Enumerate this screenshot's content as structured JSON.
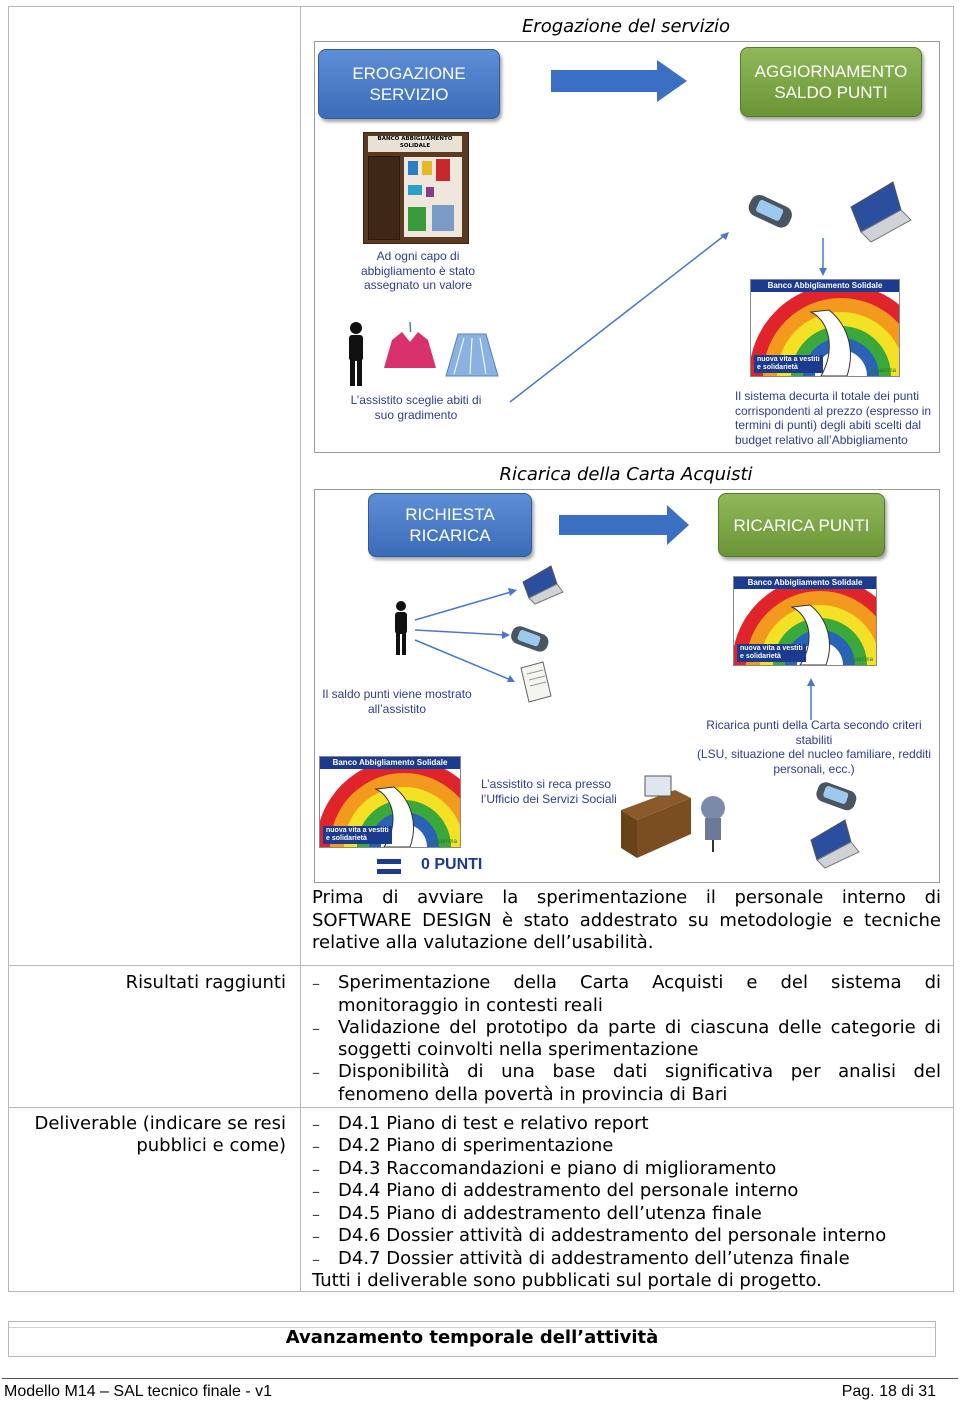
{
  "figure1": {
    "caption": "Erogazione del servizio",
    "box_left": "EROGAZIONE\nSERVIZIO",
    "box_right": "AGGIORNAMENTO\nSALDO PUNTI",
    "wardrobe_sign": "BANCO ABBIGLIAMENTO\nSOLIDALE",
    "note_wardrobe": "Ad ogni capo di\nabbigliamento è stato\nassegnato un valore",
    "note_choose": "L’assistito sceglie abiti di\nsuo gradimento",
    "note_decrement": "Il sistema decurta il totale dei punti\ncorrispondenti al prezzo (espresso in\ntermini di punti) degli abiti scelti dal\nbudget relativo all’Abbigliamento"
  },
  "figure2": {
    "caption": "Ricarica della Carta Acquisti",
    "box_left": "RICHIESTA\nRICARICA",
    "box_right": "RICARICA PUNTI",
    "note_balance": "Il saldo punti viene mostrato\nall’assistito",
    "note_recharge": "Ricarica punti della Carta secondo criteri stabiliti\n(LSU, situazione del nucleo familiare, redditi\npersonali, ecc.)",
    "note_office": "L’assistito si reca presso\nl’Ufficio dei Servizi Sociali",
    "zero_points": "0 PUNTI"
  },
  "logo": {
    "banner": "Banco Abbigliamento Solidale",
    "footer": "nuova vita a vestiti\ne solidarietà",
    "brand": "equanima"
  },
  "training_paragraph": "Prima di avviare la sperimentazione il personale interno di SOFTWARE DESIGN è stato addestrato su metodologie e tecniche relative alla valutazione dell’usabilità.",
  "results": {
    "label": "Risultati raggiunti",
    "items": [
      [
        "Sperimentazione della Carta Acquisti e del sistema di",
        "monitoraggio in contesti reali"
      ],
      [
        "Validazione del prototipo da parte di ciascuna delle categorie di",
        "soggetti coinvolti nella sperimentazione"
      ],
      [
        "Disponibilità di una base dati significativa per analisi del",
        "fenomeno della povertà in provincia di Bari"
      ]
    ]
  },
  "deliverables": {
    "label_line1": "Deliverable (indicare se resi",
    "label_line2": "pubblici e come)",
    "items": [
      "D4.1 Piano di test e relativo report",
      "D4.2 Piano di sperimentazione",
      "D4.3 Raccomandazioni e piano di miglioramento",
      "D4.4 Piano di addestramento del personale interno",
      "D4.5 Piano di addestramento dell’utenza finale",
      "D4.6 Dossier attività di addestramento del personale interno",
      "D4.7 Dossier attività di addestramento dell’utenza finale"
    ],
    "footer": "Tutti i deliverable sono pubblicati sul portale di progetto."
  },
  "section_heading": "Avanzamento temporale dell’attività",
  "page_footer": {
    "left": "Modello M14 – SAL tecnico finale - v1",
    "right": "Pag. 18 di 31"
  },
  "colors": {
    "box_blue": "#4a7cc7",
    "box_green": "#7aa644",
    "arrow_blue": "#3a6fc4",
    "note_text": "#2e3d8f"
  }
}
